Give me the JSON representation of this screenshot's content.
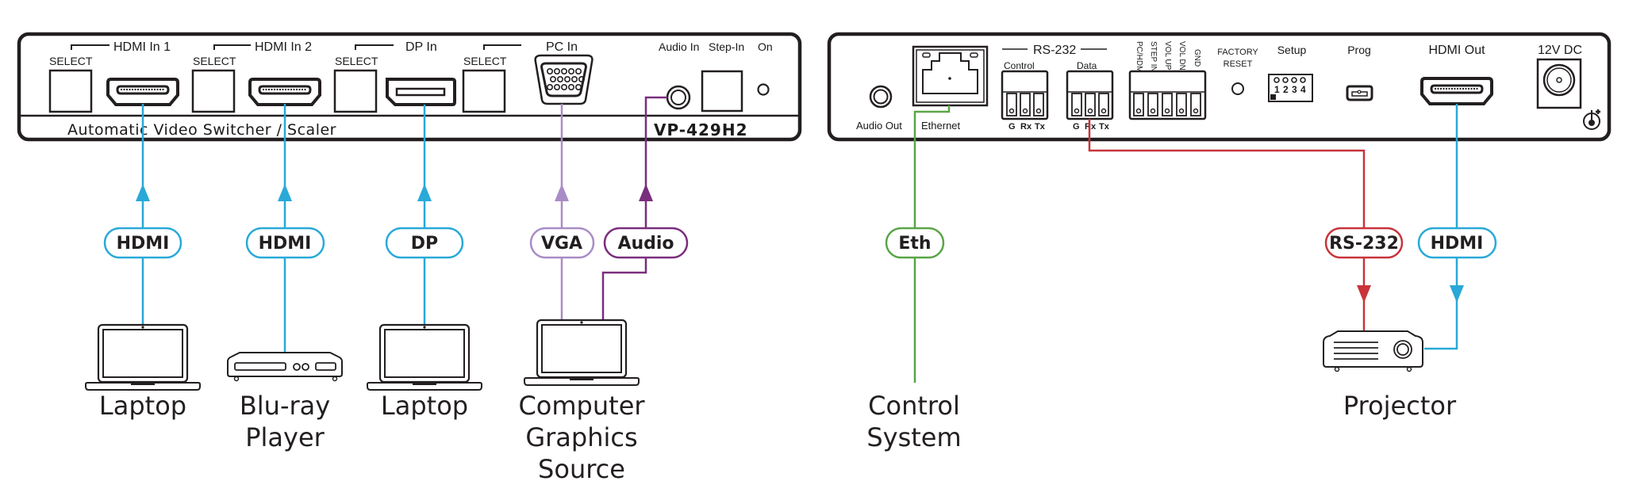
{
  "colors": {
    "hdmi": "#29a9d8",
    "dp": "#29a9d8",
    "vga": "#a98cc6",
    "audio": "#7a2e7e",
    "ethernet": "#5aa546",
    "rs232": "#c8343a",
    "panel_stroke": "#231f20"
  },
  "front_panel": {
    "brand_text": "Automatic Video Switcher / Scaler",
    "model": "VP-429H2",
    "groups": [
      {
        "title": "HDMI In 1",
        "select_label": "SELECT"
      },
      {
        "title": "HDMI In 2",
        "select_label": "SELECT"
      },
      {
        "title": "DP In",
        "select_label": "SELECT"
      },
      {
        "title": "",
        "select_label": "SELECT"
      }
    ],
    "pc_in_label": "PC In",
    "audio_in_label": "Audio In",
    "step_in_label": "Step-In",
    "on_label": "On"
  },
  "rear_panel": {
    "audio_out_label": "Audio Out",
    "ethernet_label": "Ethernet",
    "rs232_title": "RS-232",
    "control_label": "Control",
    "data_label": "Data",
    "control_pins": [
      "G",
      "Rx",
      "Tx"
    ],
    "data_pins": [
      "G",
      "Rx",
      "Tx"
    ],
    "contact_pins": [
      "PC/HDMI",
      "STEP IN",
      "VOL UP",
      "VOL DN",
      "GND"
    ],
    "factory_reset_label_1": "FACTORY",
    "factory_reset_label_2": "RESET",
    "setup_label": "Setup",
    "setup_dip": [
      "1",
      "2",
      "3",
      "4"
    ],
    "prog_label": "Prog",
    "hdmi_out_label": "HDMI Out",
    "power_label": "12V DC"
  },
  "connections": [
    {
      "id": "hdmi1",
      "label": "HDMI",
      "device": [
        "Laptop"
      ],
      "direction": "up"
    },
    {
      "id": "hdmi2",
      "label": "HDMI",
      "device": [
        "Blu-ray",
        "Player"
      ],
      "direction": "up"
    },
    {
      "id": "dp",
      "label": "DP",
      "device": [
        "Laptop"
      ],
      "direction": "up"
    },
    {
      "id": "vga",
      "label": "VGA",
      "device": [
        "Computer",
        "Graphics",
        "Source"
      ],
      "direction": "up"
    },
    {
      "id": "audio",
      "label": "Audio",
      "device": [],
      "direction": "up"
    },
    {
      "id": "eth",
      "label": "Eth",
      "device": [
        "Control",
        "System"
      ],
      "direction": "none"
    },
    {
      "id": "rs232",
      "label": "RS-232",
      "device": [
        "Projector"
      ],
      "direction": "down"
    },
    {
      "id": "hdmi_out",
      "label": "HDMI",
      "device": [],
      "direction": "down"
    }
  ]
}
